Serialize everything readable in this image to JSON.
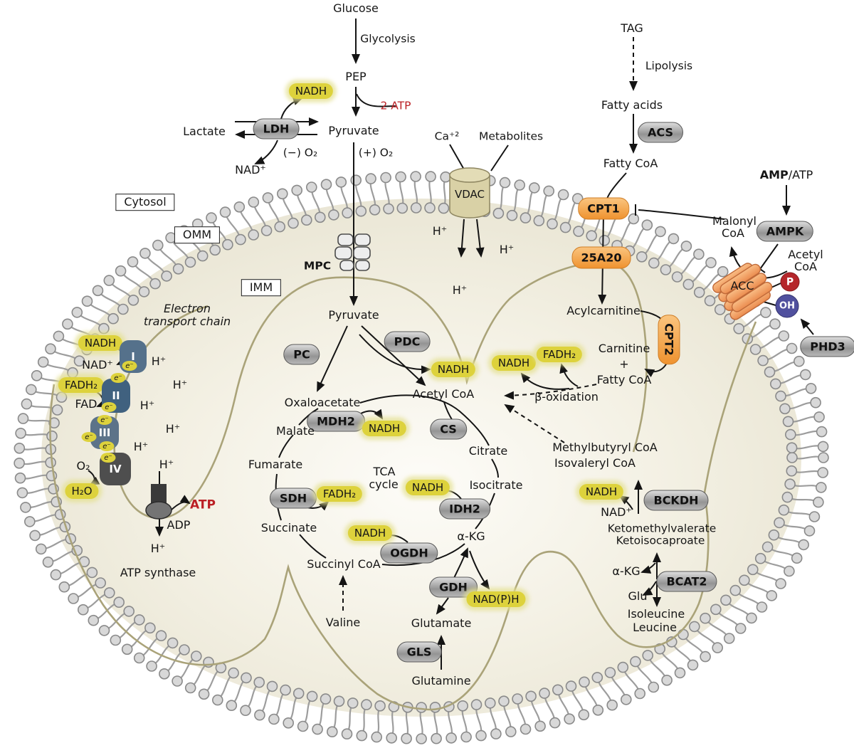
{
  "molecules": {
    "nadh": "NADH",
    "fadh2": "FADH₂",
    "nad": "NAD⁺",
    "nadph": "NAD(P)H",
    "h_plus": "H⁺",
    "atp": "ATP",
    "adp": "ADP",
    "o2": "O₂",
    "h2o": "H₂O",
    "fad": "FAD",
    "electron": "e⁻",
    "akg": "α-KG",
    "acetyl_coa": "Acetyl CoA",
    "fatty_coa": "Fatty CoA"
  },
  "regions": {
    "cytosol": "Cytosol",
    "omm": "OMM",
    "imm": "IMM",
    "etc_line1": "Electron",
    "etc_line2": "transport chain",
    "tca_line1": "TCA",
    "tca_line2": "cycle",
    "atp_synthase": "ATP synthase",
    "beta_oxidation": "β-oxidation"
  },
  "glycolysis": {
    "glucose": "Glucose",
    "label": "Glycolysis",
    "pep": "PEP",
    "two_atp": "2 ATP",
    "pyruvate": "Pyruvate",
    "lactate": "Lactate",
    "anaerobic": "(−) O₂",
    "aerobic": "(+) O₂",
    "ldh": "LDH"
  },
  "transport": {
    "vdac": "VDAC",
    "ca": "Ca⁺²",
    "metabolites": "Metabolites",
    "mpc": "MPC",
    "cpt1": "CPT1",
    "slc25a20": "25A20",
    "cpt2": "CPT2",
    "acylcarnitine": "Acylcarnitine",
    "carnitine": "Carnitine",
    "plus": "+"
  },
  "etc_complexes": {
    "c1": "I",
    "c2": "II",
    "c3": "III",
    "c4": "IV"
  },
  "tca": {
    "pyruvate": "Pyruvate",
    "oxaloacetate": "Oxaloacetate",
    "malate": "Malate",
    "fumarate": "Fumarate",
    "succinate": "Succinate",
    "succinyl_coa": "Succinyl CoA",
    "isocitrate": "Isocitrate",
    "citrate": "Citrate",
    "pc": "PC",
    "pdc": "PDC",
    "mdh2": "MDH2",
    "sdh": "SDH",
    "ogdh": "OGDH",
    "idh2": "IDH2",
    "cs": "CS"
  },
  "amino": {
    "gdh": "GDH",
    "glutamate": "Glutamate",
    "gls": "GLS",
    "glutamine": "Glutamine",
    "valine": "Valine",
    "methylbutyryl": "Methylbutyryl CoA",
    "isovaleryl": "Isovaleryl CoA",
    "bckdh": "BCKDH",
    "ketomethylvalerate": "Ketomethylvalerate",
    "ketoisocaproate": "Ketoisocaproate",
    "bcat2": "BCAT2",
    "glu": "Glu",
    "isoleucine": "Isoleucine",
    "leucine": "Leucine"
  },
  "fat": {
    "tag": "TAG",
    "lipolysis": "Lipolysis",
    "fatty_acids": "Fatty acids",
    "acs": "ACS"
  },
  "signaling": {
    "amp": "AMP",
    "slash_atp": "/ATP",
    "ampk": "AMPK",
    "malonyl_line1": "Malonyl",
    "malonyl_line2": "CoA",
    "acetyl_line1": "Acetyl",
    "acetyl_line2": "CoA",
    "acc": "ACC",
    "p": "P",
    "oh": "OH",
    "phd3": "PHD3"
  },
  "colors": {
    "accent_red": "#bb2025",
    "yellow_pill": "#ddd23c",
    "orange_transporter": "#ef9330",
    "membrane_gray": "#d8d8d8",
    "imm_olive": "#aaa379",
    "matrix_beige": "#f3f0e3"
  }
}
